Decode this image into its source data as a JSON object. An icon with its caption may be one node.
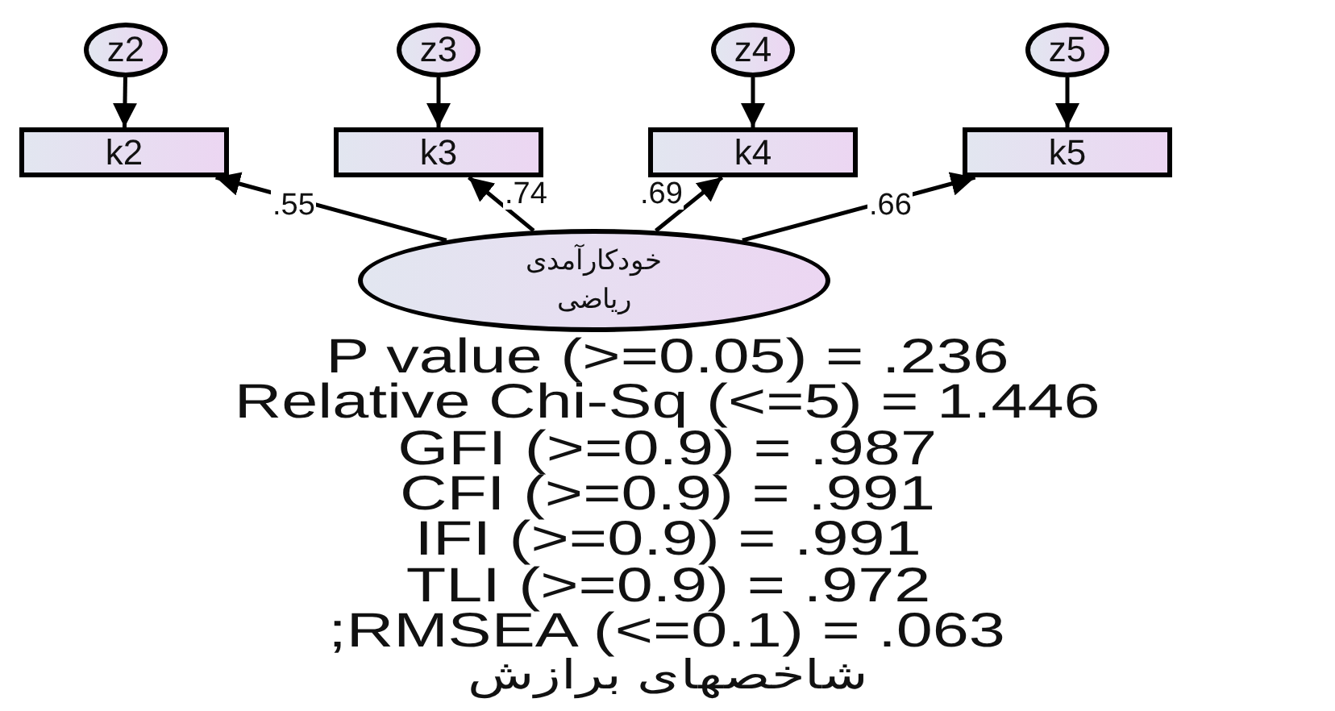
{
  "diagram": {
    "nodes": [
      {
        "text": [
          "z2"
        ]
      },
      {
        "text": [
          "z3"
        ]
      },
      {
        "text": [
          "z4"
        ]
      },
      {
        "text": [
          "z5"
        ]
      },
      {
        "text": [
          "k2"
        ]
      },
      {
        "text": [
          "k3"
        ]
      },
      {
        "text": [
          "k4"
        ]
      },
      {
        "text": [
          "k5"
        ]
      },
      {
        "text": [
          "خودکارآمدی ریاضی"
        ]
      }
    ],
    "edges": [
      {
        "from": 0,
        "to": 4,
        "arrow": "to"
      },
      {
        "from": 1,
        "to": 5,
        "arrow": "to"
      },
      {
        "from": 2,
        "to": 6,
        "arrow": "to"
      },
      {
        "from": 3,
        "to": 7,
        "arrow": "to"
      },
      {
        "from": 8,
        "to": 4,
        "arrow": "to",
        "label": ".55"
      },
      {
        "from": 8,
        "to": 5,
        "arrow": "to",
        "label": ".74"
      },
      {
        "from": 8,
        "to": 6,
        "arrow": "to",
        "label": ".69"
      },
      {
        "from": 8,
        "to": 7,
        "arrow": "to",
        "label": ".66"
      }
    ],
    "labels": [
      "P value (>=0.05) = .236",
      "Relative Chi-Sq (<=5) = 1.446",
      "GFI (>=0.9) = .987",
      "CFI (>=0.9) = .991",
      "IFI (>=0.9) = .991",
      "TLI (>=0.9) = .972",
      ";RMSEA (<=0.1) = .063",
      "شاخصهای برازش"
    ]
  }
}
